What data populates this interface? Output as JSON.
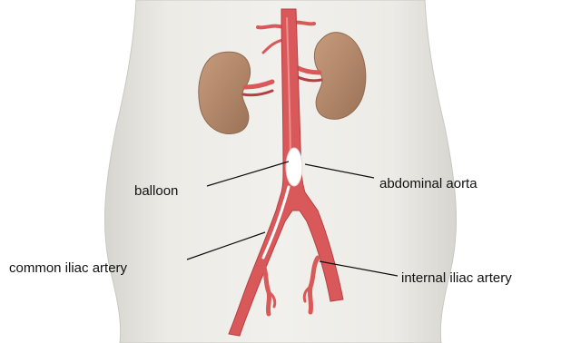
{
  "diagram": {
    "labels": {
      "balloon": "balloon",
      "abdominal_aorta": "abdominal aorta",
      "common_iliac": "common iliac artery",
      "internal_iliac": "internal iliac artery"
    },
    "colors": {
      "background": "#ffffff",
      "torso_fill": "#ecebe6",
      "torso_edge": "#c9c8c2",
      "artery": "#d9595a",
      "artery_dark": "#b73e41",
      "kidney": "#b78c6e",
      "kidney_dark": "#8f6a52",
      "balloon": "#ffffff",
      "leader_line": "#111111"
    }
  }
}
